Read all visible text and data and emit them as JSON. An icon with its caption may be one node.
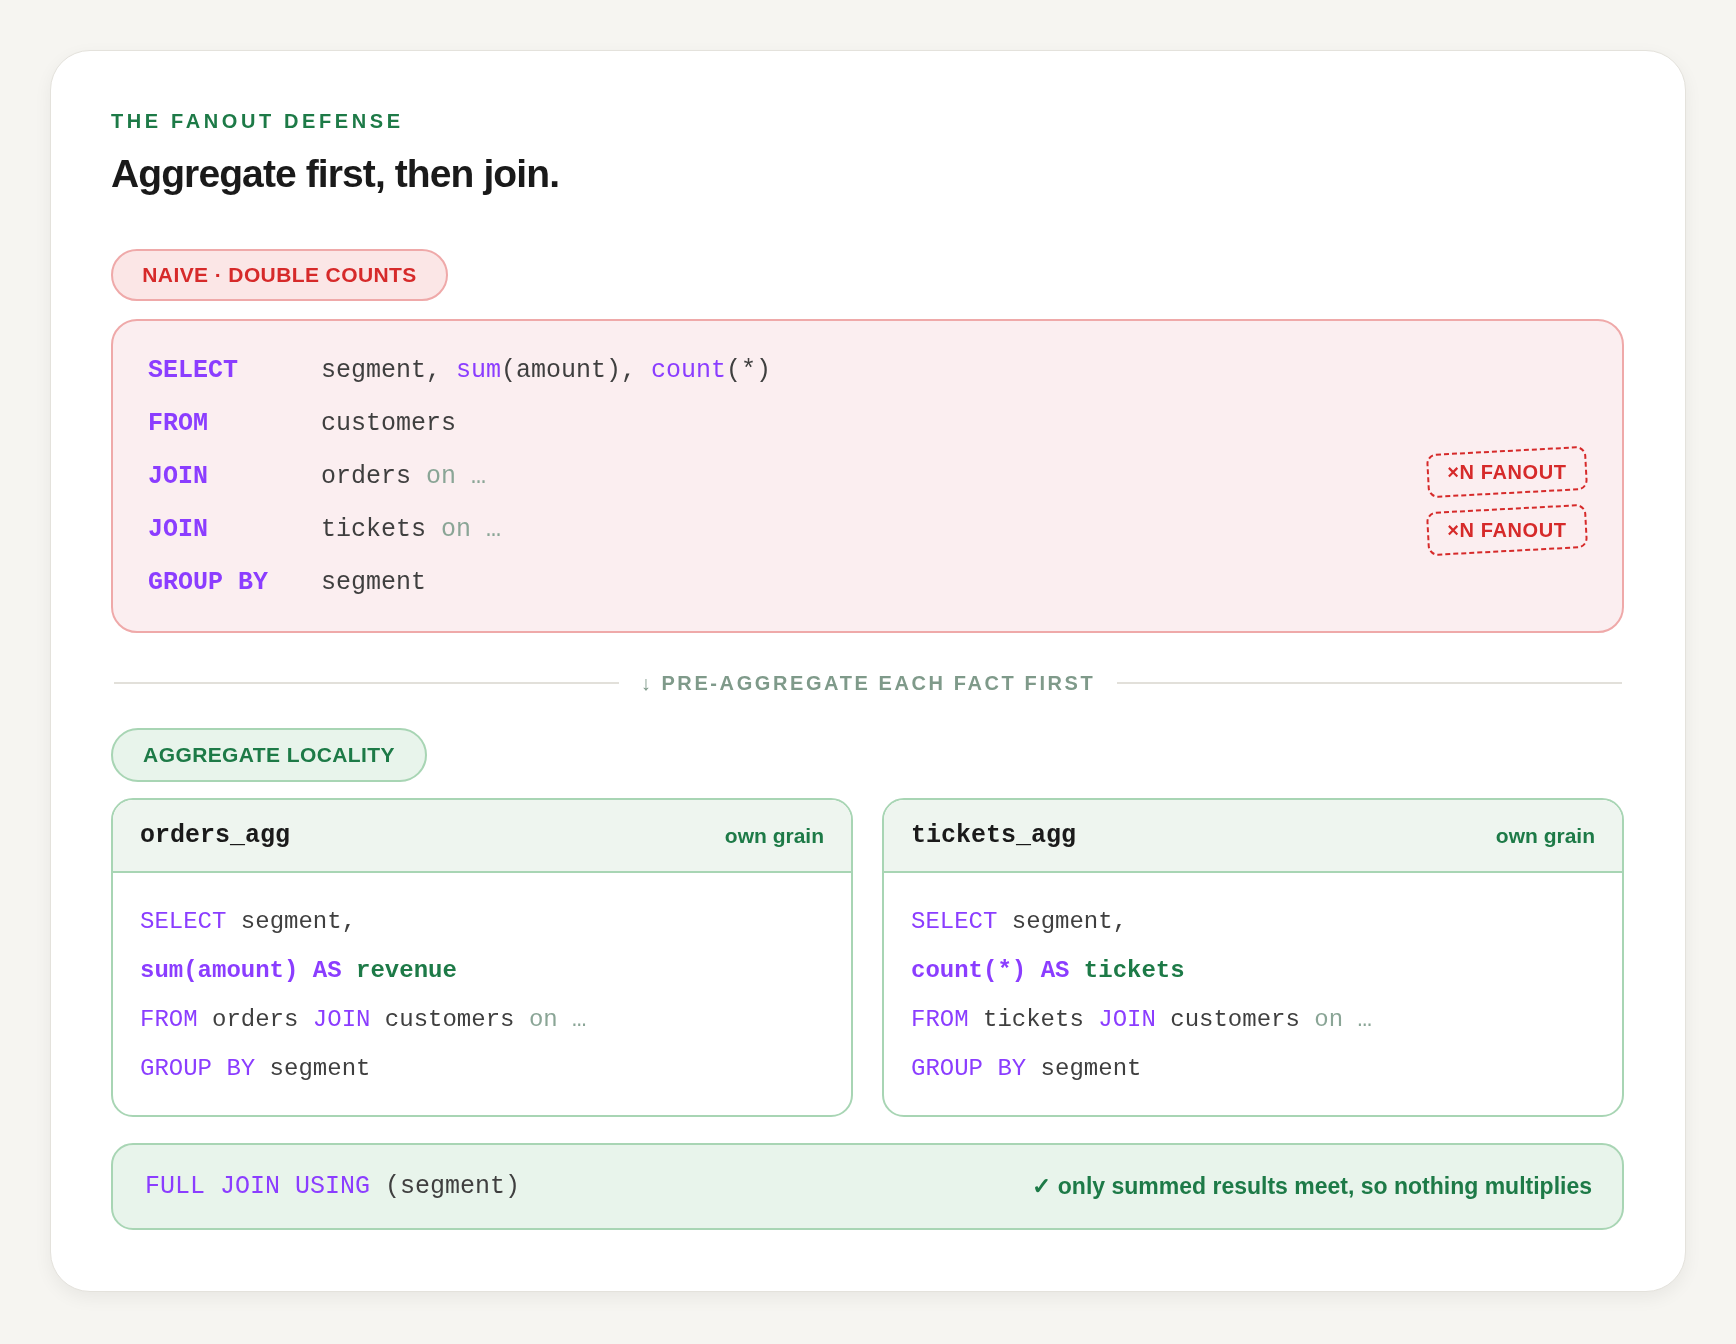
{
  "diagram": {
    "title": "Aggregate first, then join.",
    "nodes": [
      {
        "text": [
          "NAIVE · DOUBLE COUNTS"
        ]
      },
      {
        "text": [
          "SELECT segment, sum(amount), count(*)",
          "FROM customers",
          "JOIN orders on …",
          "JOIN tickets on …",
          "GROUP BY segment"
        ]
      },
      {
        "text": [
          "×N FANOUT"
        ],
        "in": 1
      },
      {
        "text": [
          "×N FANOUT"
        ],
        "in": 1
      },
      {
        "text": [
          "AGGREGATE LOCALITY"
        ]
      },
      {
        "text": [
          "orders_agg",
          "own grain",
          "SELECT segment,",
          "sum(amount) AS revenue",
          "FROM orders JOIN customers on …",
          "GROUP BY segment"
        ]
      },
      {
        "text": [
          "tickets_agg",
          "own grain",
          "SELECT segment,",
          "count(*) AS tickets",
          "FROM tickets JOIN customers on …",
          "GROUP BY segment"
        ]
      },
      {
        "text": [
          "FULL JOIN USING (segment)",
          "✓ only summed results meet, so nothing multiplies"
        ]
      }
    ],
    "labels": [
      "THE FANOUT DEFENSE",
      "↓ PRE-AGGREGATE EACH FACT FIRST"
    ]
  }
}
